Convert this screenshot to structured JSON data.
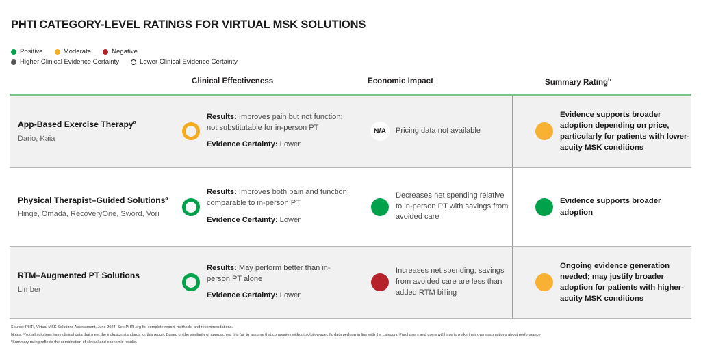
{
  "title": "PHTI CATEGORY-LEVEL RATINGS FOR VIRTUAL MSK SOLUTIONS",
  "legend": {
    "row1": [
      {
        "label": "Positive",
        "marker": "dot-green",
        "color": "#00a14b"
      },
      {
        "label": "Moderate",
        "marker": "dot-amber",
        "color": "#f6b221"
      },
      {
        "label": "Negative",
        "marker": "dot-red",
        "color": "#b5222a"
      }
    ],
    "row2": [
      {
        "label": "Higher Clinical Evidence Certainty",
        "marker": "dot-dark",
        "color": "#58595b"
      },
      {
        "label": "Lower Clinical Evidence Certainty",
        "marker": "ring-open",
        "color": "#231f20"
      }
    ]
  },
  "columns": {
    "clinical": "Clinical Effectiveness",
    "economic": "Economic Impact",
    "summary": "Summary Rating",
    "summary_sup": "b"
  },
  "rows": [
    {
      "name": "App-Based Exercise Therapy",
      "name_sup": "a",
      "vendors": "Dario, Kaia",
      "clinical": {
        "marker": "ring-amber",
        "marker_color": "#f5ab1c",
        "results_label": "Results:",
        "results_text": "Improves pain but not function; not substitutable for in-person PT",
        "certainty_label": "Evidence Certainty:",
        "certainty_value": "Lower"
      },
      "economic": {
        "marker": "na-badge",
        "marker_text": "N/A",
        "text": "Pricing data not available"
      },
      "summary": {
        "marker": "fill-amber",
        "marker_color": "#f8b133",
        "text": "Evidence supports broader adoption depending on price, particularly for patients with lower-acuity MSK conditions"
      }
    },
    {
      "name": "Physical Therapist–Guided Solutions",
      "name_sup": "a",
      "vendors": "Hinge, Omada, RecoveryOne, Sword, Vori",
      "clinical": {
        "marker": "ring-green",
        "marker_color": "#00a14b",
        "results_label": "Results:",
        "results_text": "Improves both pain and function; comparable to in-person PT",
        "certainty_label": "Evidence Certainty:",
        "certainty_value": "Lower"
      },
      "economic": {
        "marker": "fill-green",
        "marker_color": "#00a14b",
        "text": "Decreases net spending relative to in-person PT with savings from avoided care"
      },
      "summary": {
        "marker": "fill-green",
        "marker_color": "#00a14b",
        "text": "Evidence supports broader adoption"
      }
    },
    {
      "name": "RTM–Augmented PT Solutions",
      "name_sup": "",
      "vendors": "Limber",
      "clinical": {
        "marker": "ring-green",
        "marker_color": "#00a14b",
        "results_label": "Results:",
        "results_text": "May perform better than in-person PT alone",
        "certainty_label": "Evidence Certainty:",
        "certainty_value": "Lower"
      },
      "economic": {
        "marker": "fill-red",
        "marker_color": "#b5222a",
        "text": "Increases net spending; savings from avoided care are less than added RTM billing"
      },
      "summary": {
        "marker": "fill-amber",
        "marker_color": "#f8b133",
        "text": "Ongoing evidence generation needed; may justify broader adoption for patients with higher-acuity MSK conditions"
      }
    }
  ],
  "footnotes": {
    "source": "Source: PHTI, Virtual MSK Solutions Assessment, June 2024. See PHTI.org for complete report, methods, and recommendations.",
    "notes_a": "Notes: ᵃNot all solutions have clinical data that meet the inclusion standards for this report. Based on the similarity of approaches, it is fair to assume that companies without solution-specific data perform in line with the category. Purchasers and users will have to make their own assumptions about performance.",
    "notes_b": "ᵇSummary rating reflects the combination of clinical and economic results."
  }
}
